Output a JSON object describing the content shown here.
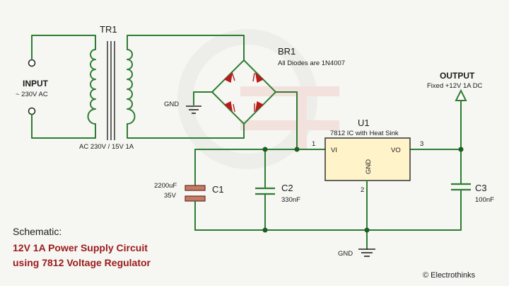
{
  "transformer": {
    "ref": "TR1",
    "rating": "AC 230V / 15V 1A"
  },
  "input": {
    "label": "INPUT",
    "rating": "~ 230V AC"
  },
  "bridge": {
    "ref": "BR1",
    "note": "All Diodes are 1N4007"
  },
  "gnd_bridge": "GND",
  "regulator": {
    "ref": "U1",
    "desc": "7812 IC with Heat Sink",
    "pin_vi": "VI",
    "pin_vo": "VO",
    "pin_gnd": "GND",
    "pin1": "1",
    "pin2": "2",
    "pin3": "3"
  },
  "output": {
    "label": "OUTPUT",
    "rating": "Fixed +12V 1A DC"
  },
  "c1": {
    "ref": "C1",
    "value": "2200uF",
    "voltage": "35V"
  },
  "c2": {
    "ref": "C2",
    "value": "330nF"
  },
  "c3": {
    "ref": "C3",
    "value": "100nF"
  },
  "gnd_bottom": "GND",
  "caption": {
    "label": "Schematic:",
    "line1": "12V 1A Power Supply Circuit",
    "line2": "using 7812 Voltage Regulator"
  },
  "credit": "© Electrothinks",
  "colors": {
    "wire": "#2e7d32",
    "caption": "#9b1b1b",
    "ic_fill": "#fff3c9",
    "c1_fill": "#c47a67"
  }
}
